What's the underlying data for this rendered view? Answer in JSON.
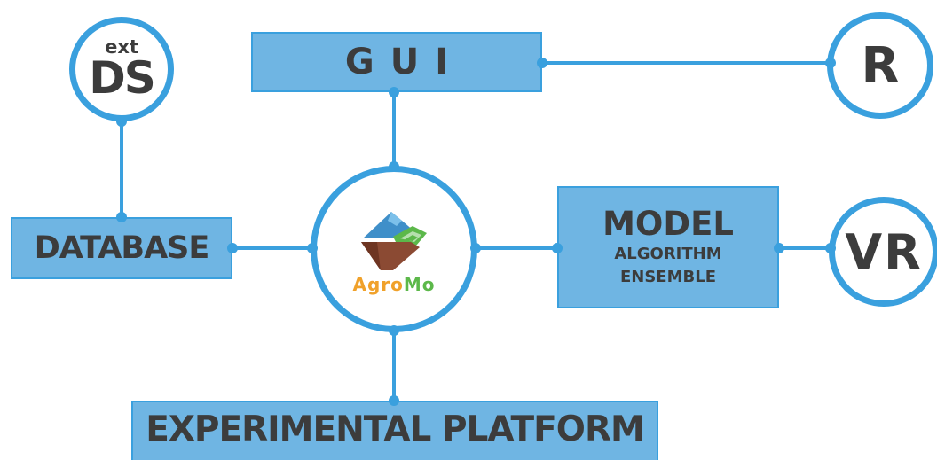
{
  "diagram": {
    "gui": {
      "label": "GUI"
    },
    "database": {
      "label": "DATABASE"
    },
    "model": {
      "title": "MODEL",
      "line1": "ALGORITHM",
      "line2": "ENSEMBLE"
    },
    "platform": {
      "label": "EXPERIMENTAL PLATFORM"
    },
    "ext_ds": {
      "top": "ext",
      "main": "DS"
    },
    "r": {
      "label": "R"
    },
    "vr": {
      "label": "VR"
    },
    "agromo": {
      "brand_prefix": "Agro",
      "brand_suffix": "Mo",
      "logo_icon": "agromo-landscape-icon"
    }
  },
  "colors": {
    "accent_blue": "#3aa0de",
    "box_fill": "#6fb5e3",
    "text_dark": "#3c3c3c",
    "logo_orange": "#f0a12a",
    "logo_green": "#5cb84a",
    "logo_brown": "#8b4a33",
    "logo_blue": "#3f8fc9"
  }
}
